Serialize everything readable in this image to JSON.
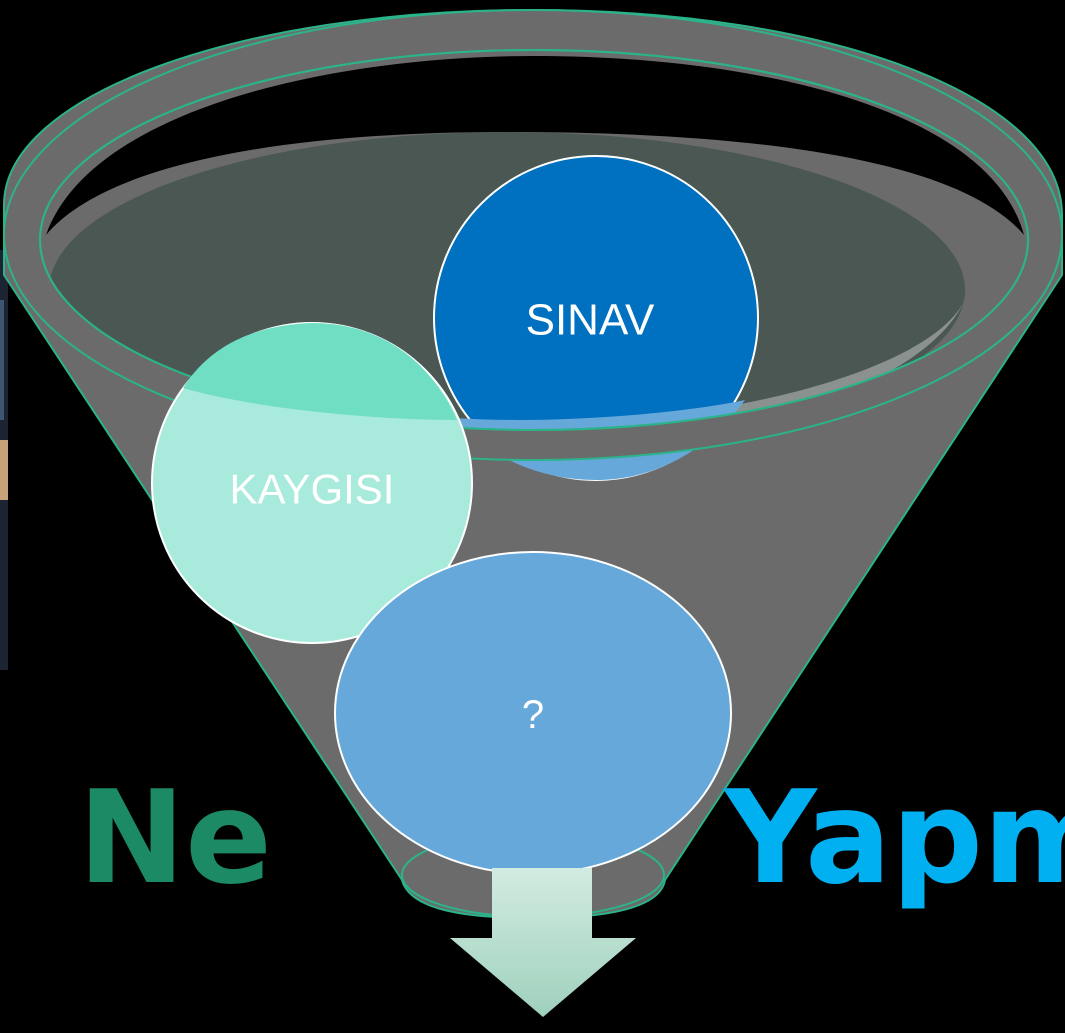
{
  "colors": {
    "background": "#000000",
    "funnel": "#6b6b6b",
    "funnel_outline": "#2bb38a",
    "bowl_inner": "#4a5753",
    "bubble_exam": "#0070c0",
    "bubble_anxiety": "#8fe3c7",
    "bubble_question": "#66a8d9",
    "word_left": "#1d8a66",
    "word_right": "#00b0f0",
    "arrow": "#b2dacb"
  },
  "funnel": {
    "items": [
      {
        "label": "SINAV"
      },
      {
        "label": "KAYGISI"
      },
      {
        "label": "?"
      }
    ]
  },
  "heading": {
    "word_left": "Ne",
    "word_right": "Yapm"
  }
}
